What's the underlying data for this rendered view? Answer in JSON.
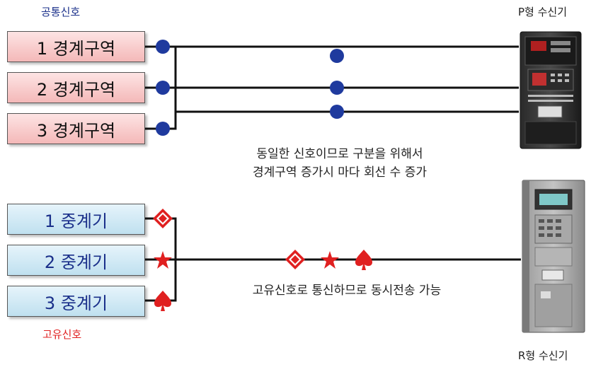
{
  "top": {
    "signal_label": "공통신호",
    "receiver_label": "P형 수신기",
    "zones": [
      "1 경계구역",
      "2 경계구역",
      "3 경계구역"
    ],
    "note_lines": [
      "동일한 신호이므로 구분을 위해서",
      "경계구역 증가시 마다 회선 수 증가"
    ]
  },
  "bottom": {
    "signal_label": "고유신호",
    "receiver_label": "R형 수신기",
    "repeaters": [
      "1 중계기",
      "2 중계기",
      "3 중계기"
    ],
    "note": "고유신호로 통신하므로 동시전송 가능"
  },
  "colors": {
    "common_signal_label": "#1a2f8a",
    "unique_signal_label": "#e02020",
    "circle_marker": "#1f3a9e",
    "unique_marker": "#e02020"
  }
}
